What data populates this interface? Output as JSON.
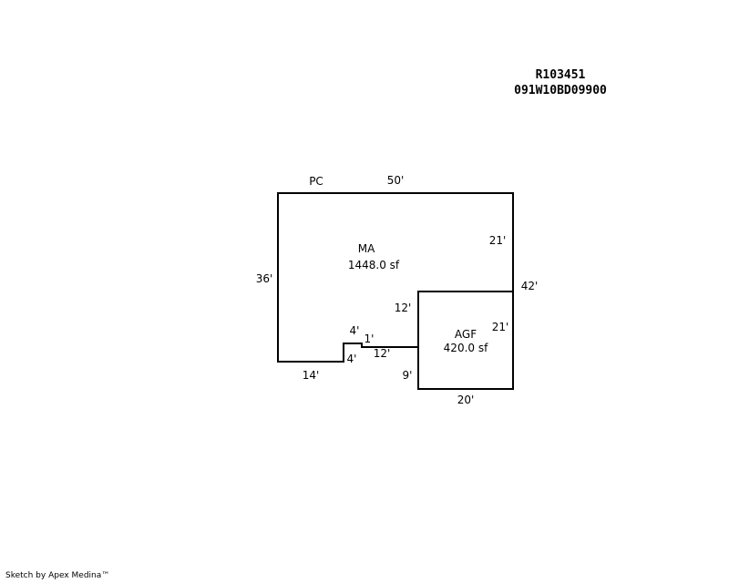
{
  "header": {
    "account": "R103451",
    "map_tax_lot": "091W10BD09900"
  },
  "sketch": {
    "pc_label": "PC",
    "main_area": {
      "code": "MA",
      "area": "1448.0 sf",
      "dim_top": "50'",
      "dim_left": "36'",
      "dim_right_upper": "21'",
      "dim_right_total": "42'",
      "dim_bottom": "14'",
      "dim_notch_up": "4'",
      "dim_notch_down": "4'",
      "dim_notch_step": "1'",
      "dim_ledge": "12'"
    },
    "garage": {
      "code": "AGF",
      "area": "420.0 sf",
      "dim_top": "12'",
      "dim_right": "21'",
      "dim_left": "9'",
      "dim_bottom": "20'"
    }
  },
  "footer": {
    "credit": "Sketch by Apex Medina™"
  }
}
